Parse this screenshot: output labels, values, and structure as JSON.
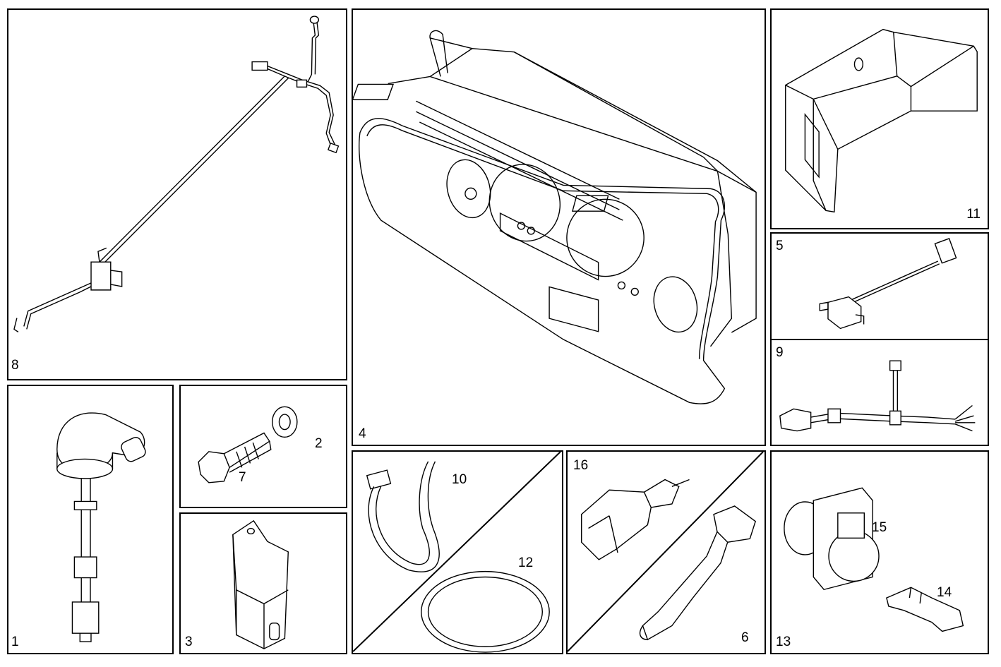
{
  "labels": {
    "p1": "1",
    "p2": "2",
    "p3": "3",
    "p4": "4",
    "p5": "5",
    "p6": "6",
    "p7": "7",
    "p8": "8",
    "p9": "9",
    "p10": "10",
    "p11": "11",
    "p12": "12",
    "p13": "13",
    "p14": "14",
    "p15": "15",
    "p16": "16"
  },
  "colors": {
    "line": "#000000",
    "background": "#ffffff"
  }
}
